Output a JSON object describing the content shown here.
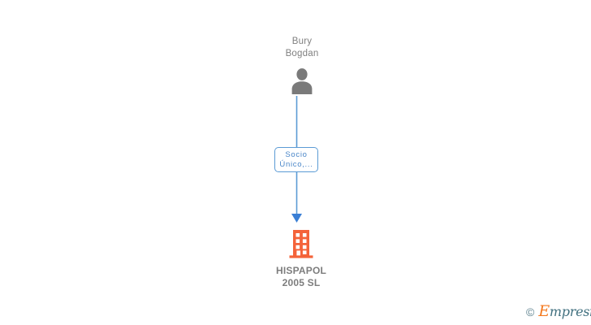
{
  "diagram": {
    "type": "ownership-relationship-chart",
    "nodes": [
      {
        "id": "person-1",
        "kind": "person",
        "icon": "person-silhouette-icon",
        "label": "Bury\nBogdan",
        "label_line_1": "Bury",
        "label_line_2": "Bogdan",
        "color": "#808080"
      },
      {
        "id": "company-1",
        "kind": "company",
        "icon": "building-icon",
        "label": "HISPAPOL\n2005 SL",
        "label_line_1": "HISPAPOL",
        "label_line_2": "2005 SL",
        "icon_color": "#f4633a",
        "label_color": "#7d7d7d"
      }
    ],
    "edges": [
      {
        "id": "edge-1",
        "from": "person-1",
        "to": "company-1",
        "label_line_1": "Socio",
        "label_line_2": "Único,...",
        "color": "#5b9bd5",
        "arrow": "down"
      }
    ]
  },
  "watermark": {
    "copyright_symbol": "©",
    "brand_initial": "E",
    "brand_rest": "mpresia",
    "brand_color": "#41707f",
    "initial_color": "#f4791f"
  }
}
